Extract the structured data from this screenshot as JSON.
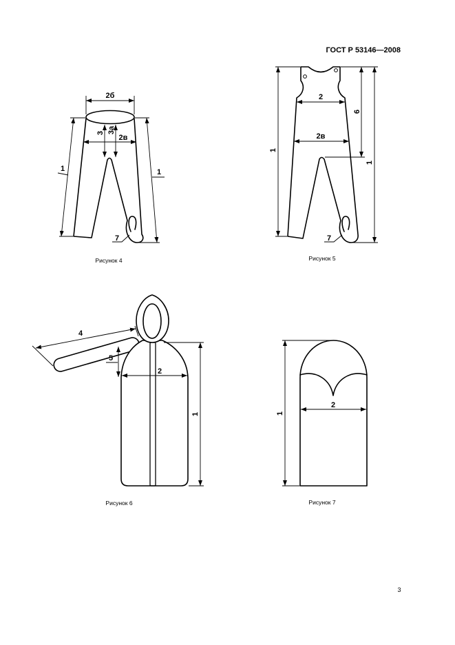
{
  "header": {
    "standard_code": "ГОСТ Р 53146—2008"
  },
  "figure4": {
    "caption": "Рисунок 4",
    "labels": {
      "top_width": "2б",
      "rise": "3",
      "rise_a": "3а",
      "hip_width": "2в",
      "side_length_left": "1",
      "side_length_right": "1",
      "foot": "7"
    }
  },
  "figure5": {
    "caption": "Рисунок 5",
    "labels": {
      "chest_width": "2",
      "bib_height": "6",
      "hip_width": "2в",
      "length_left": "1",
      "length_right": "1",
      "foot": "7"
    }
  },
  "figure6": {
    "caption": "Рисунок 6",
    "labels": {
      "sleeve_length": "4",
      "shoulder_height": "5",
      "width": "2",
      "length": "1"
    }
  },
  "figure7": {
    "caption": "Рисунок 7",
    "labels": {
      "width": "2",
      "length": "1"
    }
  },
  "page_number": "3"
}
